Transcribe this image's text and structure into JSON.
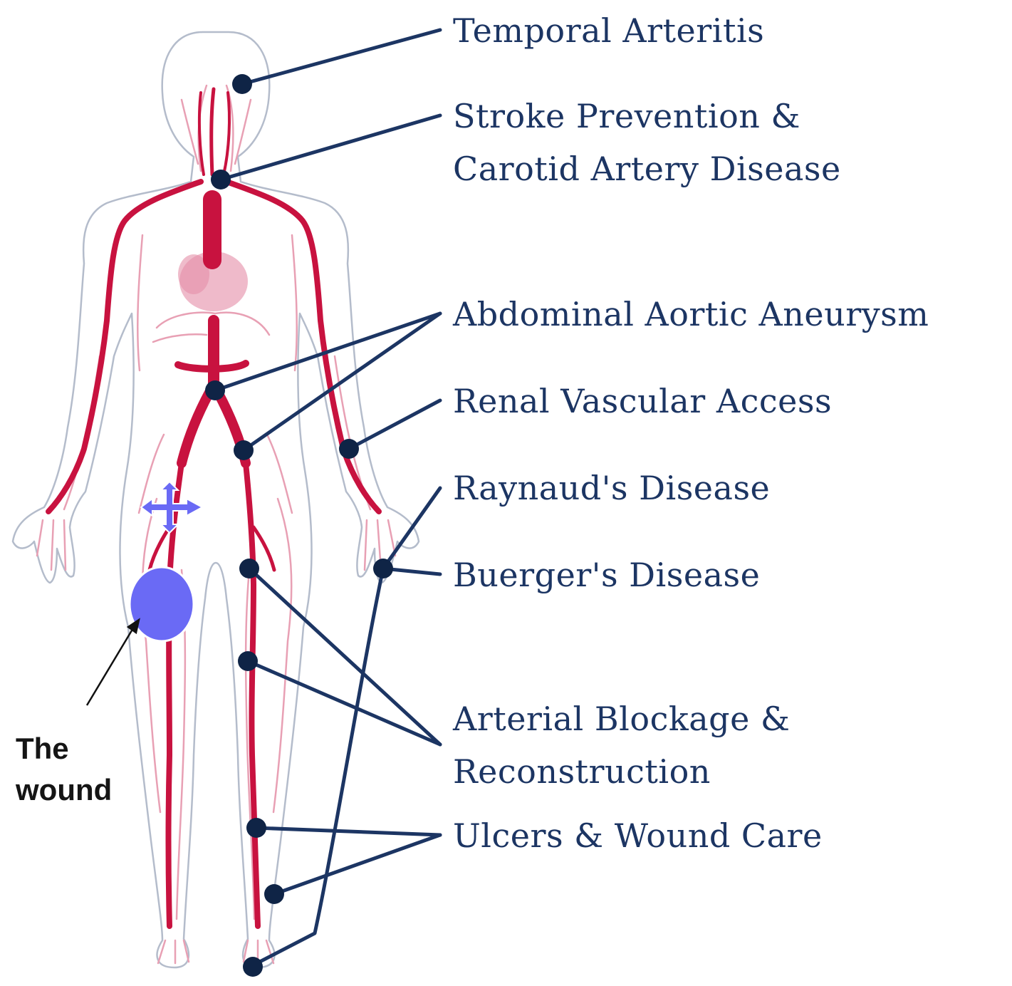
{
  "labels": {
    "temporal_arteritis": "Temporal Arteritis",
    "stroke_line1": "Stroke Prevention &",
    "stroke_line2": "Carotid Artery Disease",
    "aaa": "Abdominal Aortic Aneurysm",
    "renal": "Renal Vascular Access",
    "raynaud": "Raynaud's Disease",
    "buerger": "Buerger's Disease",
    "arterial_line1": "Arterial Blockage &",
    "arterial_line2": "Reconstruction",
    "ulcers": "Ulcers & Wound Care"
  },
  "wound": {
    "line1": "The",
    "line2": "wound"
  },
  "colors": {
    "artery": "#c8123f",
    "minor_vessel": "#e8a0b4",
    "body_outline": "#b4bccb",
    "leader": "#1c3563",
    "label_text": "#1c3563",
    "wound_marker": "#6a6af5",
    "move_cursor": "#6a6af5"
  },
  "icons": {
    "cursor": "move-cursor-icon"
  }
}
